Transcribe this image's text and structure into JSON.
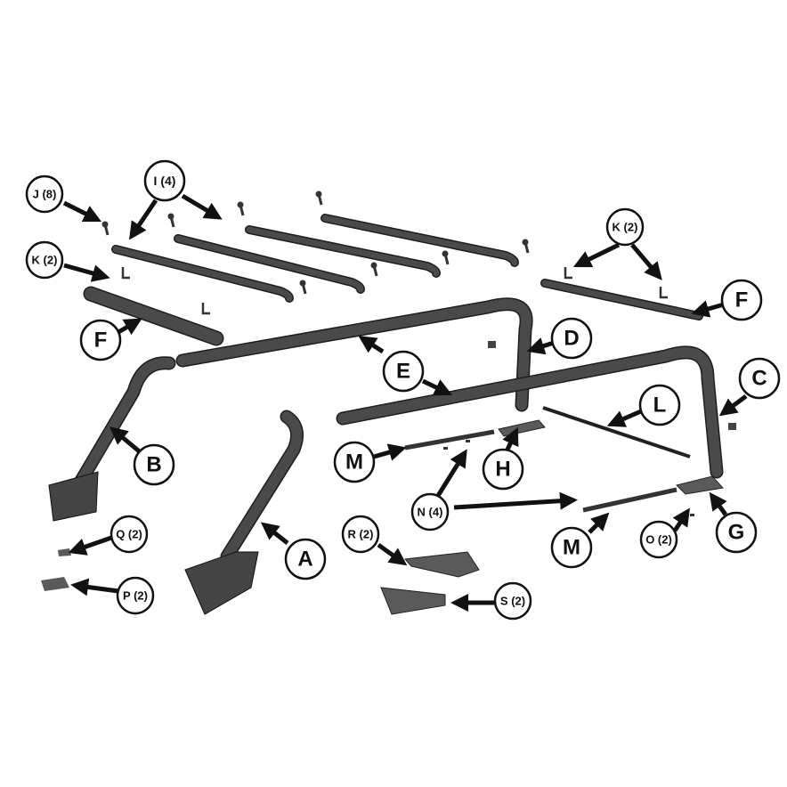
{
  "diagram": {
    "colors": {
      "tube": "#4a4a4a",
      "tube_edge": "#1e1e1e",
      "callout": "#111111",
      "part": "#5a5a5a"
    },
    "callouts": [
      {
        "id": "J",
        "text": "J (8)"
      },
      {
        "id": "I",
        "text": "I (4)"
      },
      {
        "id": "K1",
        "text": "K (2)"
      },
      {
        "id": "F1",
        "text": "F"
      },
      {
        "id": "B",
        "text": "B"
      },
      {
        "id": "E",
        "text": "E"
      },
      {
        "id": "D",
        "text": "D"
      },
      {
        "id": "C",
        "text": "C"
      },
      {
        "id": "L",
        "text": "L"
      },
      {
        "id": "M1",
        "text": "M"
      },
      {
        "id": "H",
        "text": "H"
      },
      {
        "id": "N",
        "text": "N (4)"
      },
      {
        "id": "G",
        "text": "G"
      },
      {
        "id": "O",
        "text": "O (2)"
      },
      {
        "id": "M2",
        "text": "M"
      },
      {
        "id": "A",
        "text": "A"
      },
      {
        "id": "R",
        "text": "R (2)"
      },
      {
        "id": "S",
        "text": "S (2)"
      },
      {
        "id": "Q",
        "text": "Q (2)"
      },
      {
        "id": "P",
        "text": "P (2)"
      },
      {
        "id": "K2",
        "text": "K (2)"
      },
      {
        "id": "F2",
        "text": "F"
      }
    ]
  }
}
